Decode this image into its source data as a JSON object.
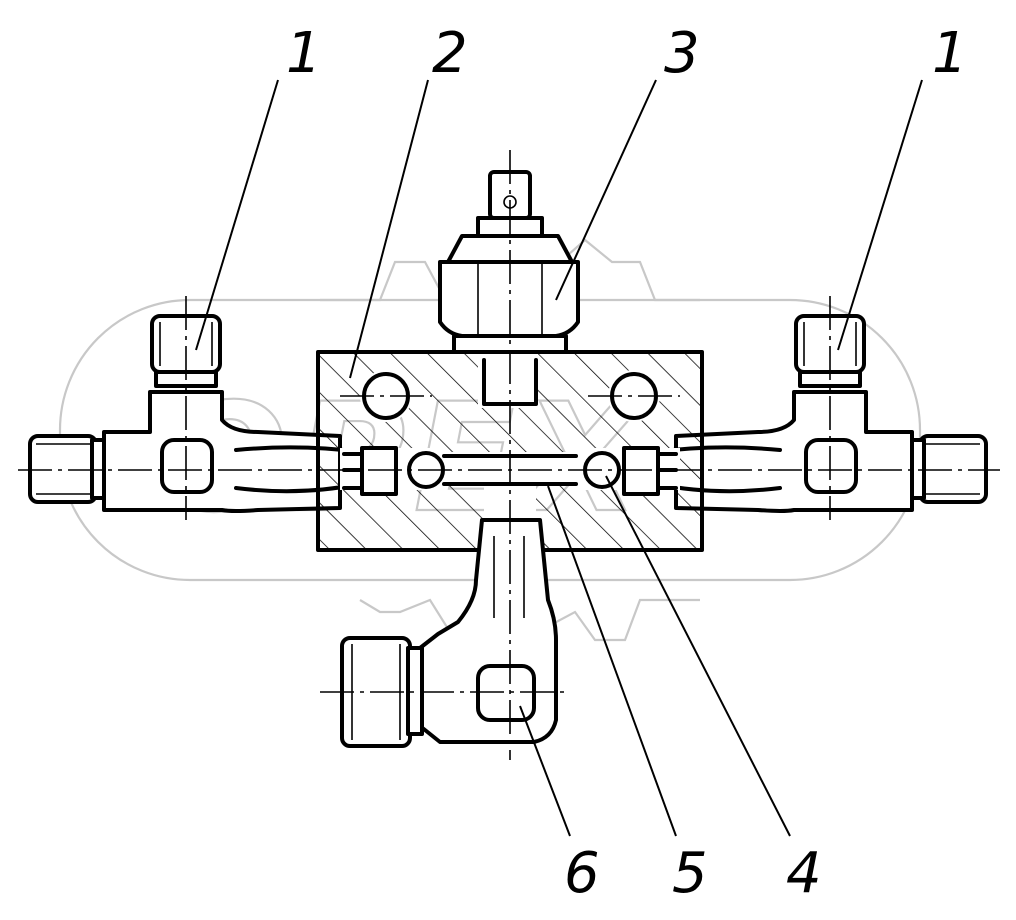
{
  "drawing": {
    "watermark_text": "OPEX",
    "callouts": [
      {
        "id": "1",
        "label": "1"
      },
      {
        "id": "2",
        "label": "2"
      },
      {
        "id": "3",
        "label": "3"
      },
      {
        "id": "1b",
        "label": "1"
      },
      {
        "id": "6",
        "label": "6"
      },
      {
        "id": "5",
        "label": "5"
      },
      {
        "id": "4",
        "label": "4"
      }
    ]
  }
}
